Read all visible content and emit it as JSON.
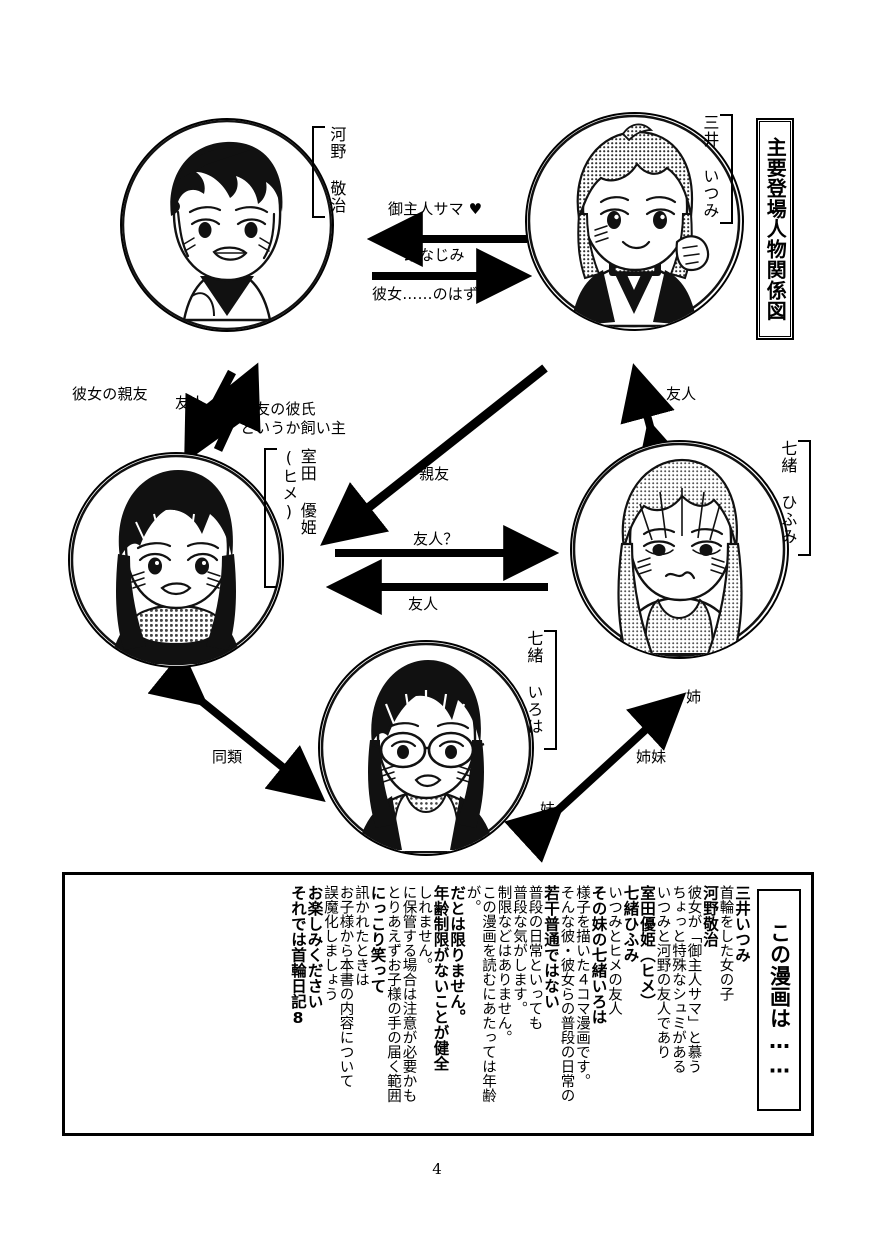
{
  "page": {
    "number": "4",
    "title_box": "主要登場人物関係図"
  },
  "characters": [
    {
      "id": "kono",
      "name": "河野 敬治"
    },
    {
      "id": "mitsui",
      "name": "三井 いつみ"
    },
    {
      "id": "murota",
      "name": "室田 優姫 (ヒメ)"
    },
    {
      "id": "hifumi",
      "name": "七緒 ひふみ"
    },
    {
      "id": "iroha",
      "name": "七緒 いろは"
    }
  ],
  "relations": {
    "mitsui_to_kono": "御主人サマ ♥",
    "kono_to_mitsui": "幼なじみ",
    "kono_to_mitsui_2": "彼女……のはず",
    "murota_kanojo_shinyuu": "彼女の親友",
    "murota_yuujin": "友人",
    "murota_shinyuu_kareshi": "親友の彼氏\nというか飼い主",
    "mitsui_murota_shinyuu": "親友",
    "murota_hifumi_q": "友人？",
    "hifumi_murota": "友人",
    "mitsui_hifumi": "友人",
    "murota_iroha": "同類",
    "hifumi_label_ane": "姉",
    "shimai": "姉妹",
    "iroha_label_imouto": "妹"
  },
  "blurb": {
    "heading": "この漫画は……",
    "columns": [
      [
        {
          "text": "首輪をした女の子",
          "bold": false
        },
        {
          "text": "三井いつみ",
          "bold": true
        }
      ],
      [
        {
          "text": "彼女が「御主人サマ」と慕う",
          "bold": false
        },
        {
          "text": "河野敬治",
          "bold": true
        }
      ],
      [
        {
          "text": "いつみと河野の友人であり",
          "bold": false
        },
        {
          "text": "ちょっと特殊なシュミがある",
          "bold": false
        }
      ],
      [
        {
          "text": "室田優姫（ヒメ）",
          "bold": true
        }
      ],
      [
        {
          "text": "いつみとヒメの友人",
          "bold": false
        },
        {
          "text": "七緒ひふみ",
          "bold": true
        }
      ],
      [
        {
          "text": "その妹の七緒いろは",
          "bold": true
        }
      ],
      [
        {
          "text": "そんな彼・彼女らの普段の日常の",
          "bold": false
        },
        {
          "text": "様子を描いた４コマ漫画です。",
          "bold": false
        }
      ],
      [
        {
          "text": "普段の日常といっても",
          "bold": false
        },
        {
          "text": "若干普通ではない",
          "bold": true
        }
      ],
      [
        {
          "text": "普段な気がします。",
          "bold": false
        }
      ],
      [
        {
          "text": "この漫画を読むにあたっては年齢",
          "bold": false
        },
        {
          "text": "制限などはありません。",
          "bold": false
        }
      ],
      [
        {
          "text": "が。",
          "bold": false
        }
      ],
      [
        {
          "text": "年齢制限がないことが健全",
          "bold": true
        },
        {
          "text": "だとは限りません。",
          "bold": true
        }
      ],
      [
        {
          "text": "とりあえずお子様の手の届く範囲",
          "bold": false
        },
        {
          "text": "に保管する場合は注意が必要かも",
          "bold": false
        },
        {
          "text": "しれません。",
          "bold": false
        }
      ],
      [
        {
          "text": "お子様から本書の内容について",
          "bold": false
        },
        {
          "text": "訊かれたときは",
          "bold": false
        },
        {
          "text": "にっこり笑って",
          "bold": true
        }
      ],
      [
        {
          "text": "誤魔化しましょう",
          "bold": false
        }
      ],
      [
        {
          "text": "それでは首輪日記8",
          "bold": true
        },
        {
          "text": "お楽しみください",
          "bold": true
        }
      ]
    ]
  }
}
